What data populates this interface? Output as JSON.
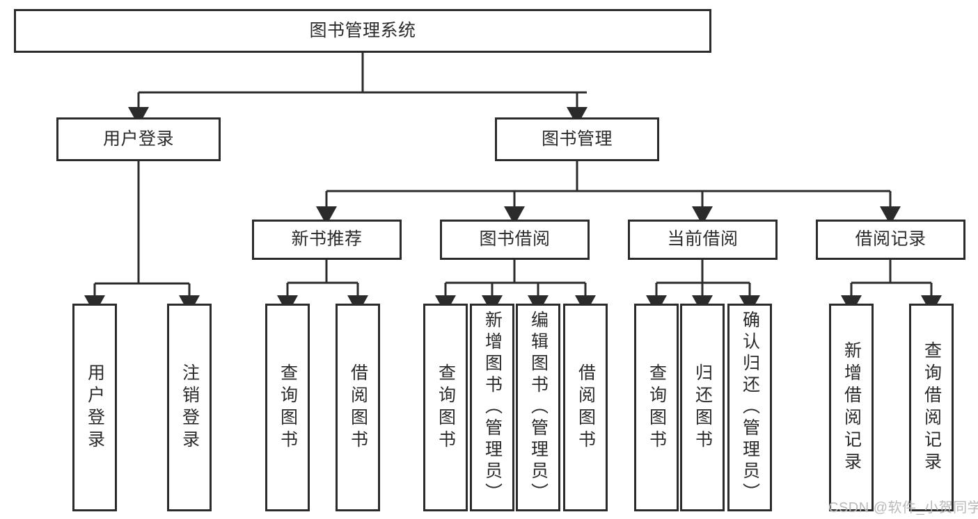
{
  "diagram": {
    "type": "tree",
    "title": "图书管理系统",
    "root": {
      "label": "图书管理系统"
    },
    "level2": [
      {
        "label": "用户登录"
      },
      {
        "label": "图书管理"
      }
    ],
    "level3": [
      {
        "label": "新书推荐"
      },
      {
        "label": "图书借阅"
      },
      {
        "label": "当前借阅"
      },
      {
        "label": "借阅记录"
      }
    ],
    "leaves": {
      "user_login": [
        {
          "label": "用户登录"
        },
        {
          "label": "注销登录"
        }
      ],
      "new_book_recommend": [
        {
          "label": "查询图书"
        },
        {
          "label": "借阅图书"
        }
      ],
      "book_borrow": [
        {
          "label": "查询图书"
        },
        {
          "label": "新增图书（管理员）"
        },
        {
          "label": "编辑图书（管理员）"
        },
        {
          "label": "借阅图书"
        }
      ],
      "current_borrow": [
        {
          "label": "查询图书"
        },
        {
          "label": "归还图书"
        },
        {
          "label": "确认归还（管理员）"
        }
      ],
      "borrow_record": [
        {
          "label": "新增借阅记录"
        },
        {
          "label": "查询借阅记录"
        }
      ]
    }
  },
  "watermark": {
    "text": "CSDN @软件_小贺同学"
  },
  "colors": {
    "box_border": "#2b2b2b",
    "box_fill": "#ffffff",
    "text": "#2a2a2a",
    "wire": "#2b2b2b",
    "watermark": "#b9b9b9",
    "page_background": "#ffffff"
  }
}
